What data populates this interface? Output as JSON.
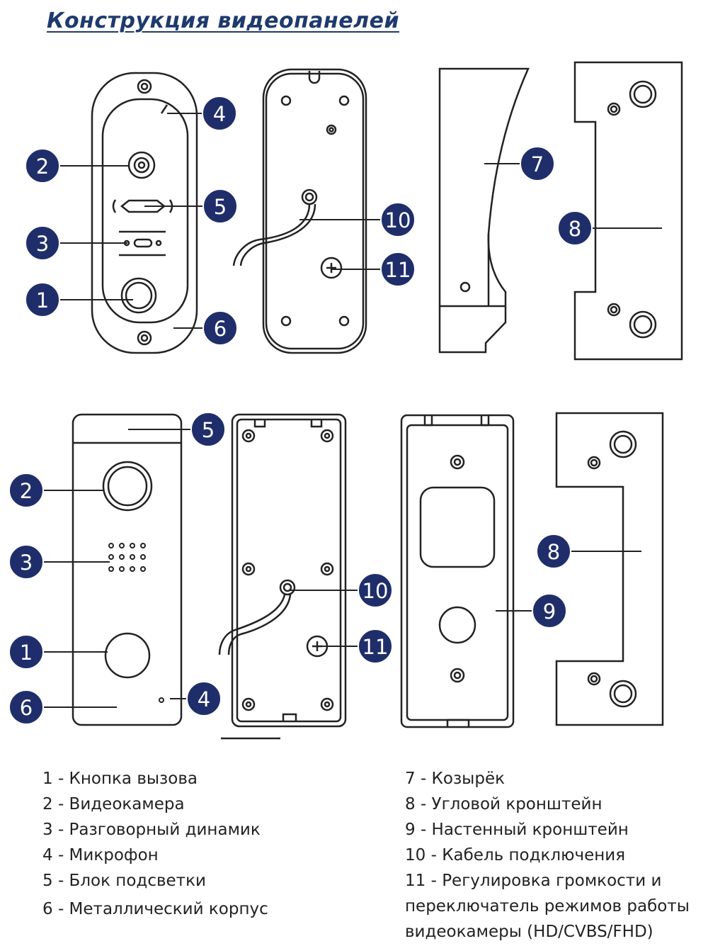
{
  "title": "Конструкция видеопанелей",
  "callouts": {
    "top": [
      "4",
      "2",
      "5",
      "3",
      "1",
      "6",
      "10",
      "11",
      "7",
      "8"
    ],
    "bottom": [
      "5",
      "2",
      "3",
      "1",
      "6",
      "4",
      "10",
      "11",
      "8",
      "9"
    ]
  },
  "legend_left": [
    "1 - Кнопка вызова",
    "2 - Видеокамера",
    "3 - Разговорный динамик",
    "4 - Микрофон",
    "5 - Блок подсветки",
    "6 - Металлический корпус"
  ],
  "legend_right": [
    "7 - Козырёк",
    "8 - Угловой кронштейн",
    "9 - Настенный кронштейн",
    "10 - Кабель подключения",
    "11 - Регулировка громкости и",
    "переключатель режимов работы",
    "видеокамеры (HD/CVBS/FHD)"
  ],
  "colors": {
    "callout_fill": "#1f2e6b",
    "line": "#222222",
    "title": "#1e3a6e"
  }
}
